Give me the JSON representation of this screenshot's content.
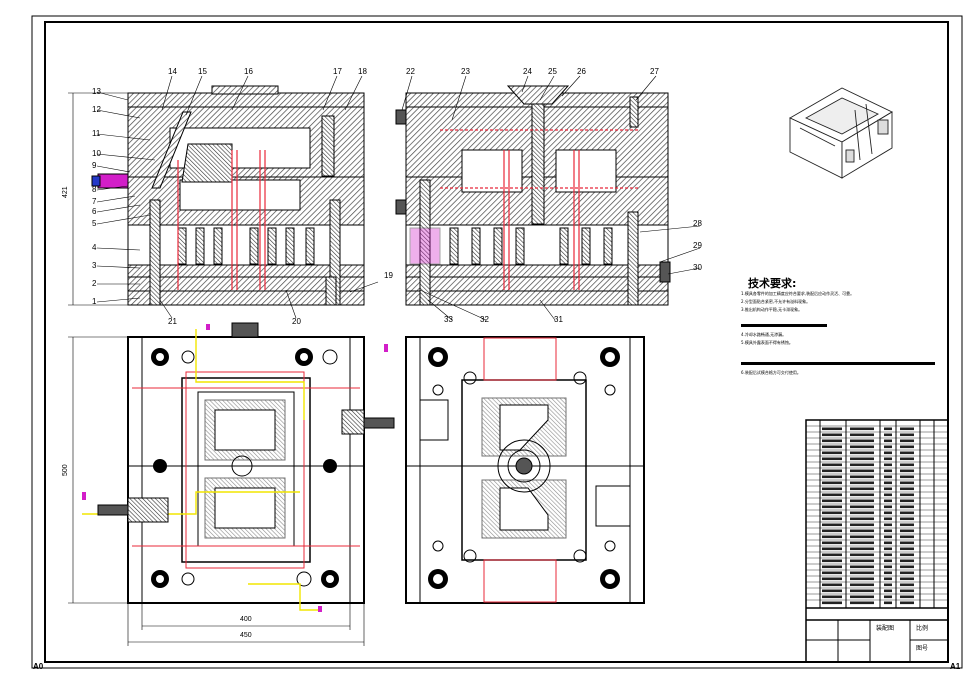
{
  "sheet": {
    "left_corner": "A0",
    "right_corner": "A1"
  },
  "section_a": {
    "callouts": [
      "1",
      "2",
      "3",
      "4",
      "5",
      "6",
      "7",
      "8",
      "9",
      "10",
      "11",
      "12",
      "13",
      "14",
      "15",
      "16",
      "17",
      "18",
      "19",
      "20",
      "21"
    ],
    "height_dim": "421"
  },
  "section_b": {
    "callouts": [
      "22",
      "23",
      "24",
      "25",
      "26",
      "27",
      "28",
      "29",
      "30",
      "31",
      "32",
      "33"
    ]
  },
  "plan": {
    "height_dim": "500",
    "width_dim_inner": "400",
    "width_dim_outer": "450"
  },
  "tech_requirements": {
    "heading": "技术要求:",
    "notes": [
      "1.模具各零件的加工精度应符合要求,装配后应动作灵活、可靠。",
      "2.分型面贴合紧密,不允许有溢料现象。",
      "3.推出机构动作平稳,无卡滞现象。",
      "4.冷却水路畅通,无渗漏。",
      "5.模具外露表面不得有锈蚀。",
      "6.装配后试模合格方可交付使用。"
    ]
  },
  "title_block": {
    "field_1": "装配图",
    "field_2": "比例",
    "field_3": "图号"
  },
  "colors": {
    "line": "#000000",
    "hatch": "#555555",
    "red": "#e8283a",
    "magenta": "#d21ec8",
    "yellow": "#f2e600",
    "blue": "#2438c8"
  }
}
